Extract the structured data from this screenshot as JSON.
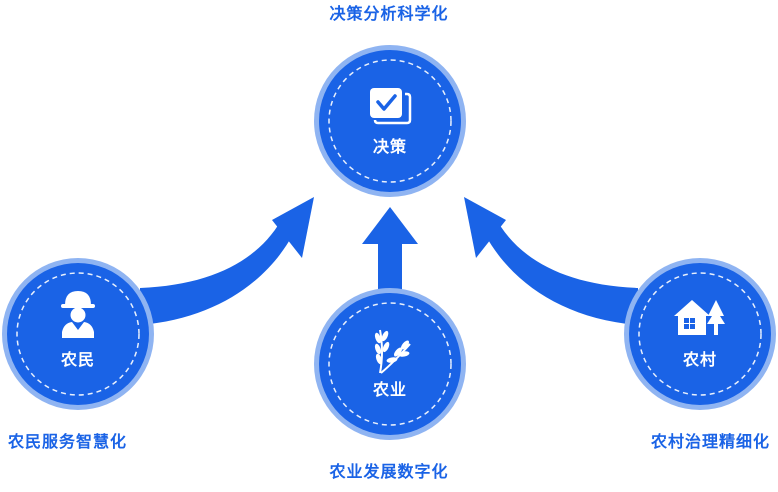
{
  "diagram": {
    "center": {
      "label": "决策",
      "caption": "决策分析科学化",
      "icon": "checklist-icon"
    },
    "nodes": [
      {
        "id": "farmers",
        "label": "农民",
        "caption": "农民服务智慧化",
        "icon": "worker-helmet-icon"
      },
      {
        "id": "agriculture",
        "label": "农业",
        "caption": "农业发展数字化",
        "icon": "wheat-icon"
      },
      {
        "id": "rural",
        "label": "农村",
        "caption": "农村治理精细化",
        "icon": "house-tree-icon"
      }
    ]
  },
  "colors": {
    "primary": "#1a63e6",
    "ring": "#8fb4f2",
    "dash": "#ffffff",
    "text": "#1a63e6"
  }
}
